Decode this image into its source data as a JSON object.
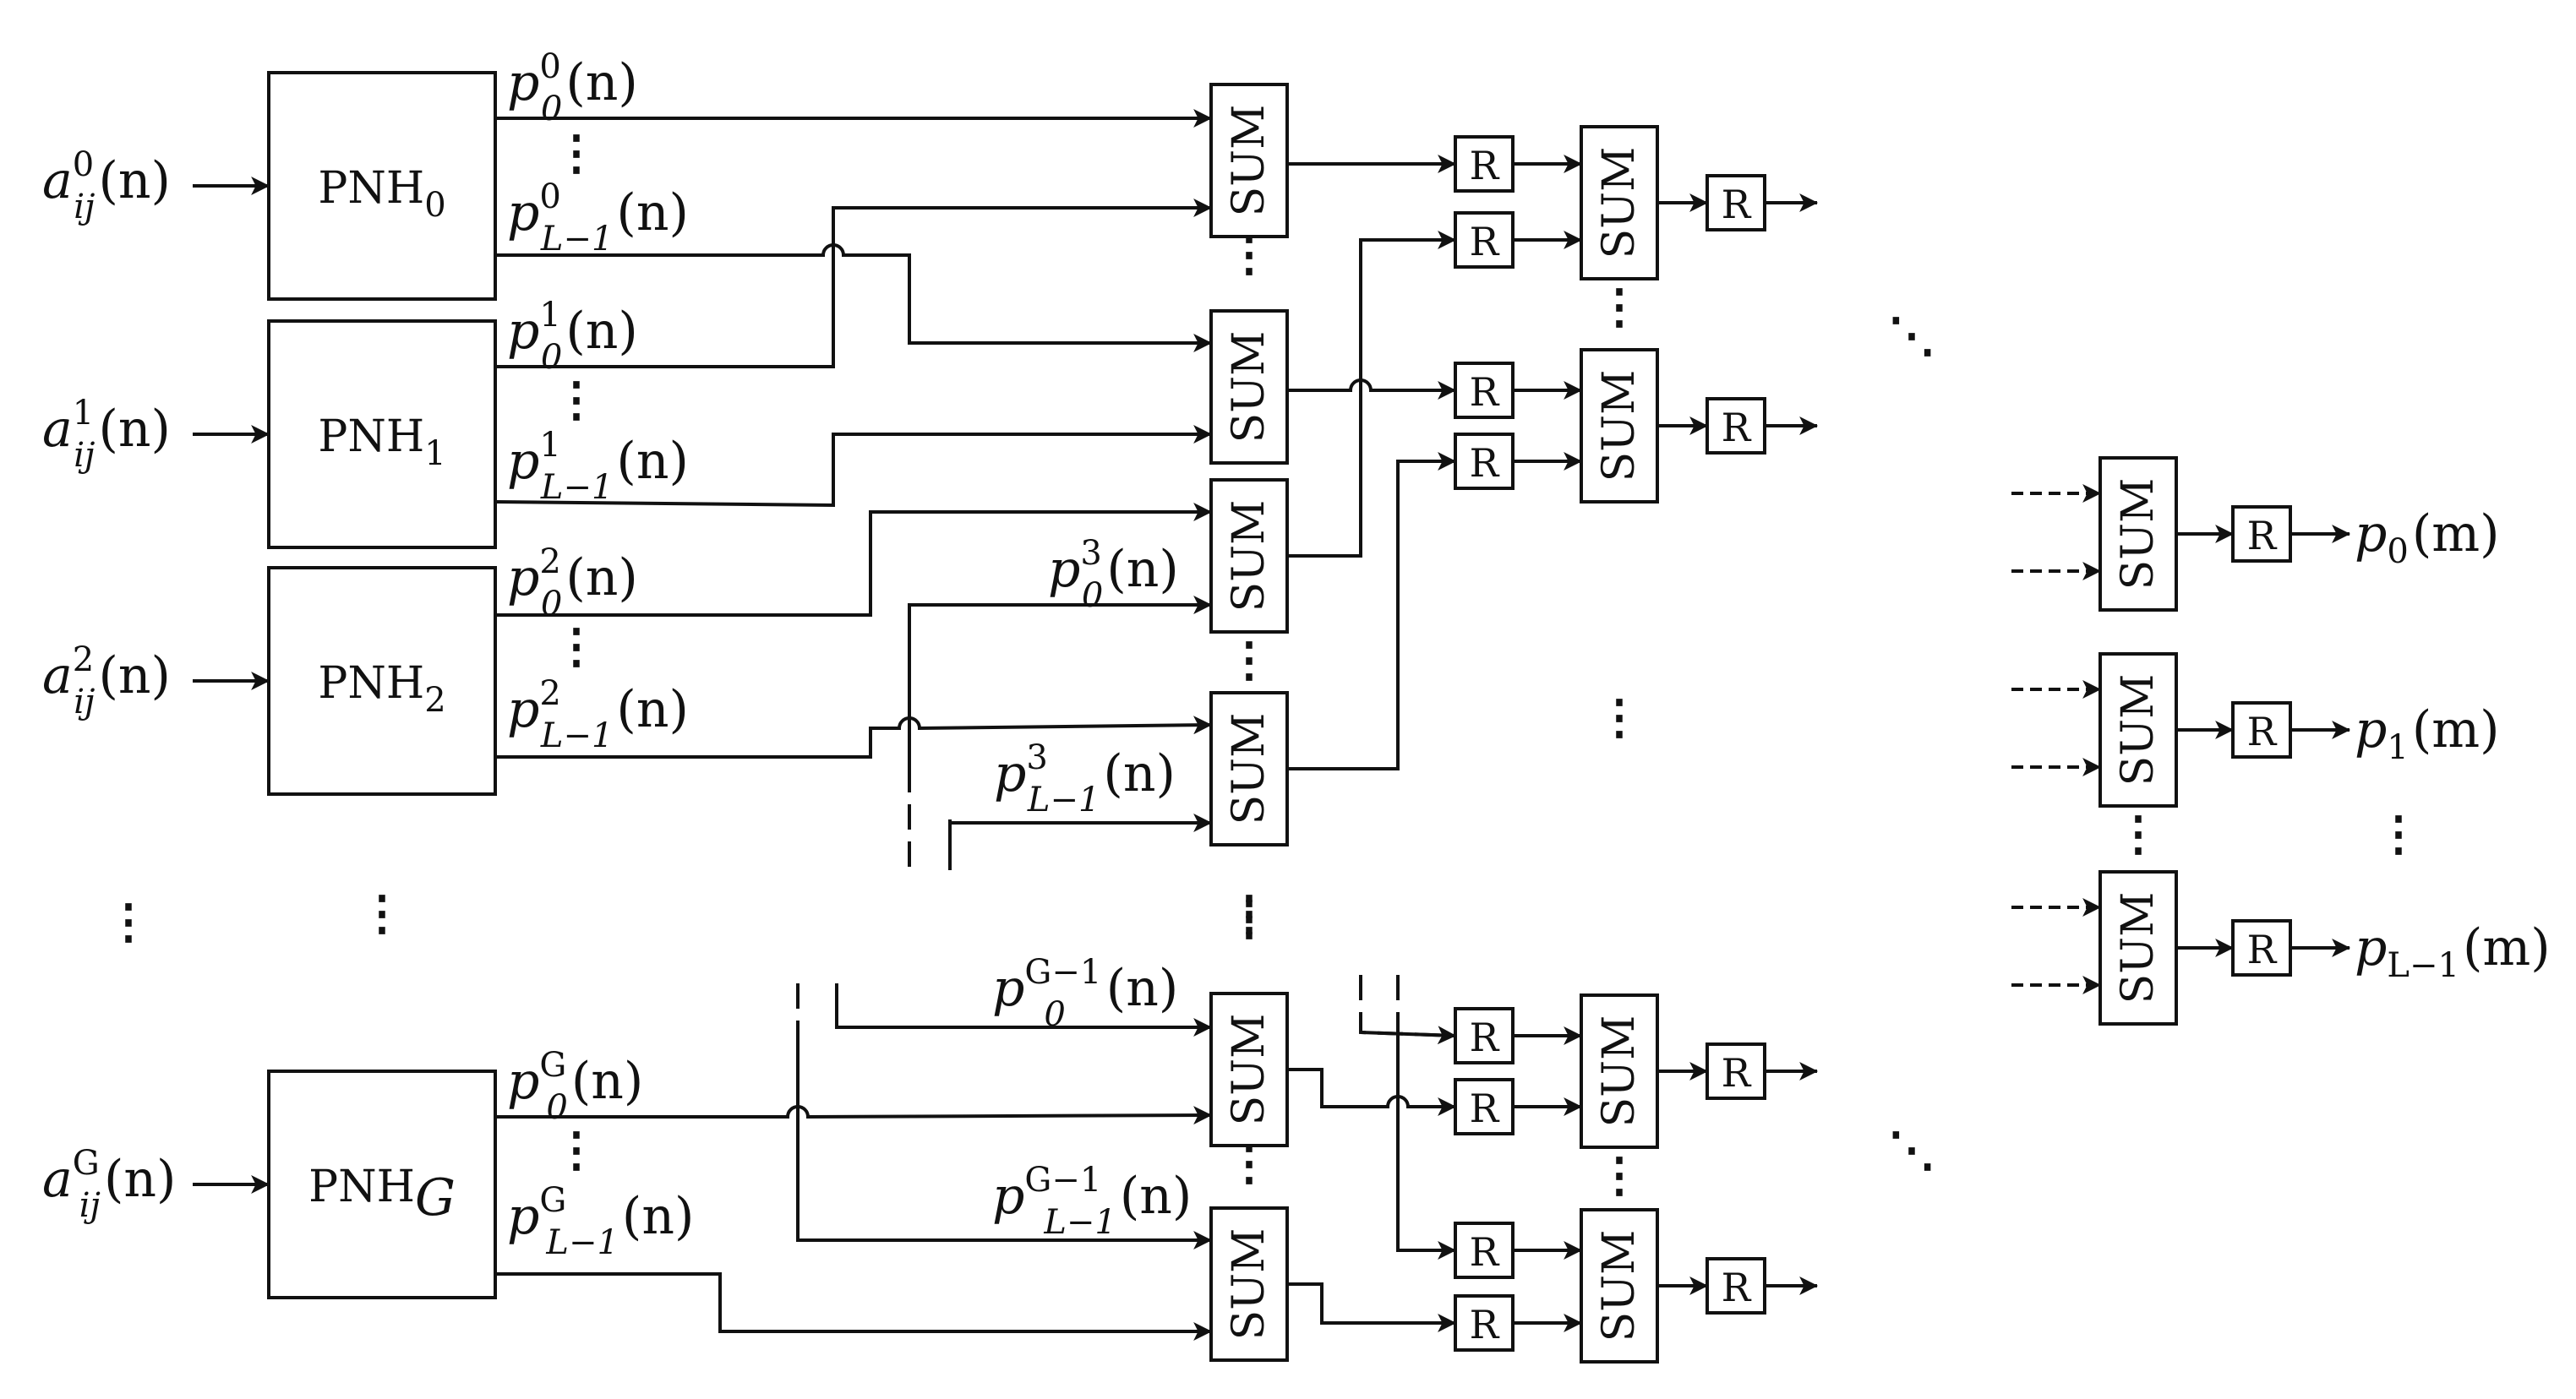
{
  "inputs": [
    {
      "base": "a",
      "sup": "0",
      "sub": "ij",
      "arg": "(n)"
    },
    {
      "base": "a",
      "sup": "1",
      "sub": "ij",
      "arg": "(n)"
    },
    {
      "base": "a",
      "sup": "2",
      "sub": "ij",
      "arg": "(n)"
    },
    {
      "base": "a",
      "sup": "G",
      "sub": "ij",
      "arg": "(n)"
    }
  ],
  "pnh_blocks": [
    {
      "name": "PNH",
      "sub": "0"
    },
    {
      "name": "PNH",
      "sub": "1"
    },
    {
      "name": "PNH",
      "sub": "2"
    },
    {
      "name": "PNH",
      "sub": "G"
    }
  ],
  "outputs_first": [
    {
      "base": "p",
      "sup": "0",
      "sub": "0",
      "arg": "(n)"
    },
    {
      "base": "p",
      "sup": "1",
      "sub": "0",
      "arg": "(n)"
    },
    {
      "base": "p",
      "sup": "2",
      "sub": "0",
      "arg": "(n)"
    },
    {
      "base": "p",
      "sup": "G",
      "sub": "0",
      "arg": "(n)"
    }
  ],
  "outputs_last": [
    {
      "base": "p",
      "sup": "0",
      "sub": "L−1",
      "arg": "(n)"
    },
    {
      "base": "p",
      "sup": "1",
      "sub": "L−1",
      "arg": "(n)"
    },
    {
      "base": "p",
      "sup": "2",
      "sub": "L−1",
      "arg": "(n)"
    },
    {
      "base": "p",
      "sup": "G",
      "sub": "L−1",
      "arg": "(n)"
    }
  ],
  "mid_labels": [
    {
      "base": "p",
      "sup": "3",
      "sub": "0",
      "arg": "(n)"
    },
    {
      "base": "p",
      "sup": "3",
      "sub": "L−1",
      "arg": "(n)"
    },
    {
      "base": "p",
      "sup": "G−1",
      "sub": "0",
      "arg": "(n)"
    },
    {
      "base": "p",
      "sup": "G−1",
      "sub": "L−1",
      "arg": "(n)"
    }
  ],
  "final_outputs": [
    {
      "base": "p",
      "sub": "0",
      "arg": "(m)"
    },
    {
      "base": "p",
      "sub": "1",
      "arg": "(m)"
    },
    {
      "base": "p",
      "sub": "L−1",
      "arg": "(m)"
    }
  ],
  "sum_label": "SUM",
  "register_label": "R",
  "vdots": "⋮",
  "ddots": "⋱"
}
